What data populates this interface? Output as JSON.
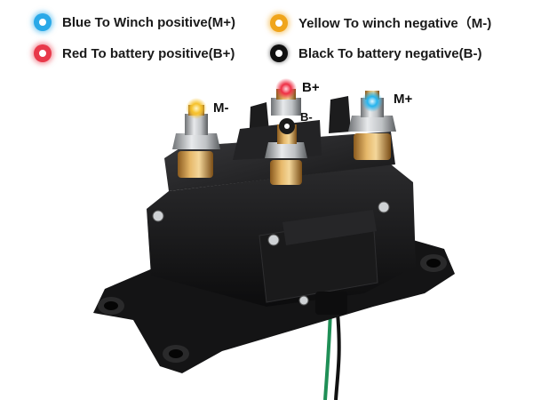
{
  "legend": {
    "blue": {
      "label": "Blue To Winch positive(M+)",
      "color": "#2aa9e8"
    },
    "yellow": {
      "label": "Yellow To winch negative（M-)",
      "color": "#f0a51c"
    },
    "red": {
      "label": "Red To battery positive(B+)",
      "color": "#e8394a"
    },
    "black": {
      "label": "Black To battery negative(B-)",
      "color": "#111111"
    }
  },
  "terminals": {
    "m_minus": "M-",
    "b_plus": "B+",
    "b_minus": "B-",
    "m_plus": "M+"
  },
  "icons": {
    "product": "winch-solenoid-relay-photo"
  }
}
